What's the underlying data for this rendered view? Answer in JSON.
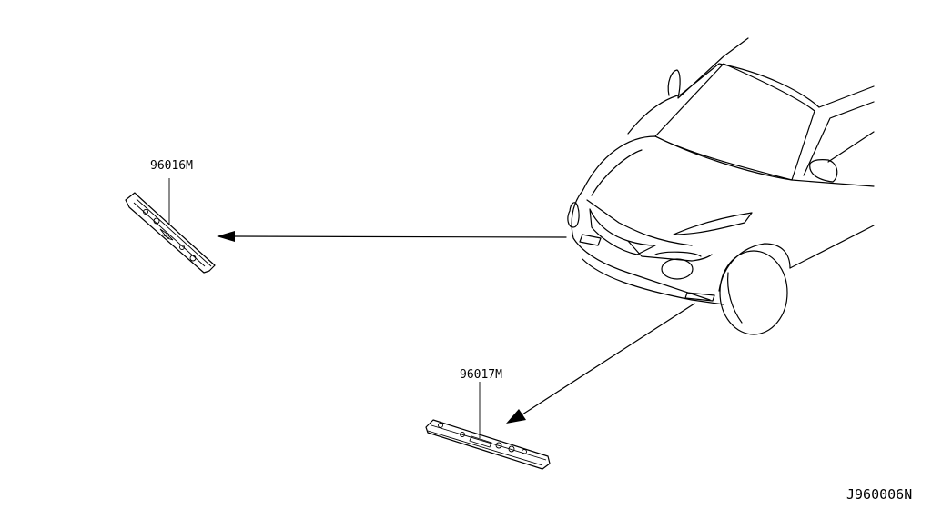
{
  "parts": [
    {
      "part_number": "96016M"
    },
    {
      "part_number": "96017M"
    }
  ],
  "reference_code": "J960006N"
}
